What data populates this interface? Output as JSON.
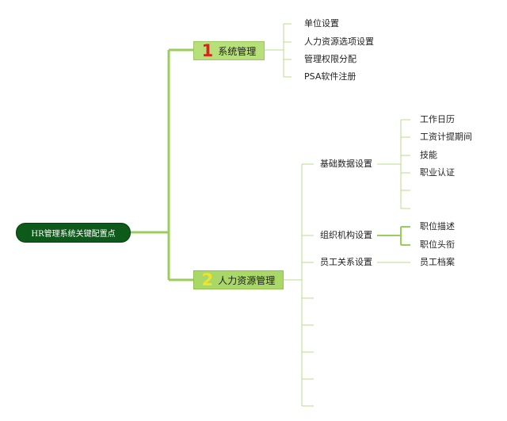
{
  "root": {
    "label": "HR管理系统关键配置点"
  },
  "branches": [
    {
      "number": "1",
      "label": "系统管理",
      "children": [
        "单位设置",
        "人力资源选项设置",
        "管理权限分配",
        "PSA软件注册"
      ]
    },
    {
      "number": "2",
      "label": "人力资源管理",
      "children": [
        {
          "label": "基础数据设置",
          "children": [
            "工作日历",
            "工资计提期间",
            "技能",
            "职业认证"
          ]
        },
        {
          "label": "组织机构设置",
          "children": [
            "职位描述",
            "职位头衔"
          ]
        },
        {
          "label": "员工关系设置",
          "children": [
            "员工档案"
          ]
        }
      ]
    }
  ],
  "colors": {
    "root_fill": "#0d5a1a",
    "hub1_fill": "#b7e07a",
    "hub2_fill": "#a9d867",
    "line": "#b9dc8c",
    "main_line": "#9acd5a"
  }
}
